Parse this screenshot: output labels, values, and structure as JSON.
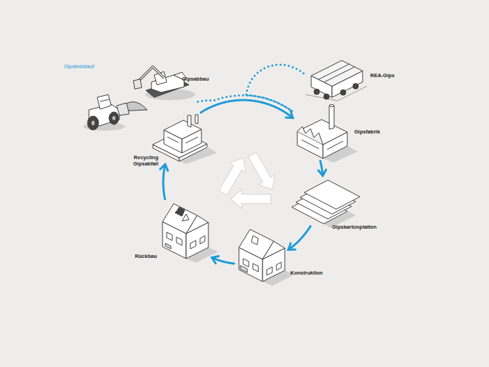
{
  "diagram": {
    "title": "Gipskreislauf",
    "nodes": [
      {
        "text": [
          "Gipsabbau"
        ]
      },
      {
        "text": [
          "REA-Gips"
        ]
      },
      {
        "text": [
          "Recycling Gipsabfall"
        ]
      },
      {
        "text": [
          "Gipsfabrik"
        ]
      },
      {
        "text": [
          "Gipskartonplatten"
        ]
      },
      {
        "text": [
          "Rückbau"
        ]
      },
      {
        "text": [
          "Konstruktion"
        ]
      }
    ],
    "edges": [
      {
        "from": 0,
        "to": 3,
        "arrow": "none"
      },
      {
        "from": 1,
        "to": 3,
        "arrow": "none"
      },
      {
        "from": 2,
        "to": 3,
        "arrow": "to"
      },
      {
        "from": 3,
        "to": 4,
        "arrow": "to"
      },
      {
        "from": 4,
        "to": 6,
        "arrow": "to"
      },
      {
        "from": 6,
        "to": 5,
        "arrow": "to"
      },
      {
        "from": 5,
        "to": 2,
        "arrow": "to"
      }
    ]
  }
}
